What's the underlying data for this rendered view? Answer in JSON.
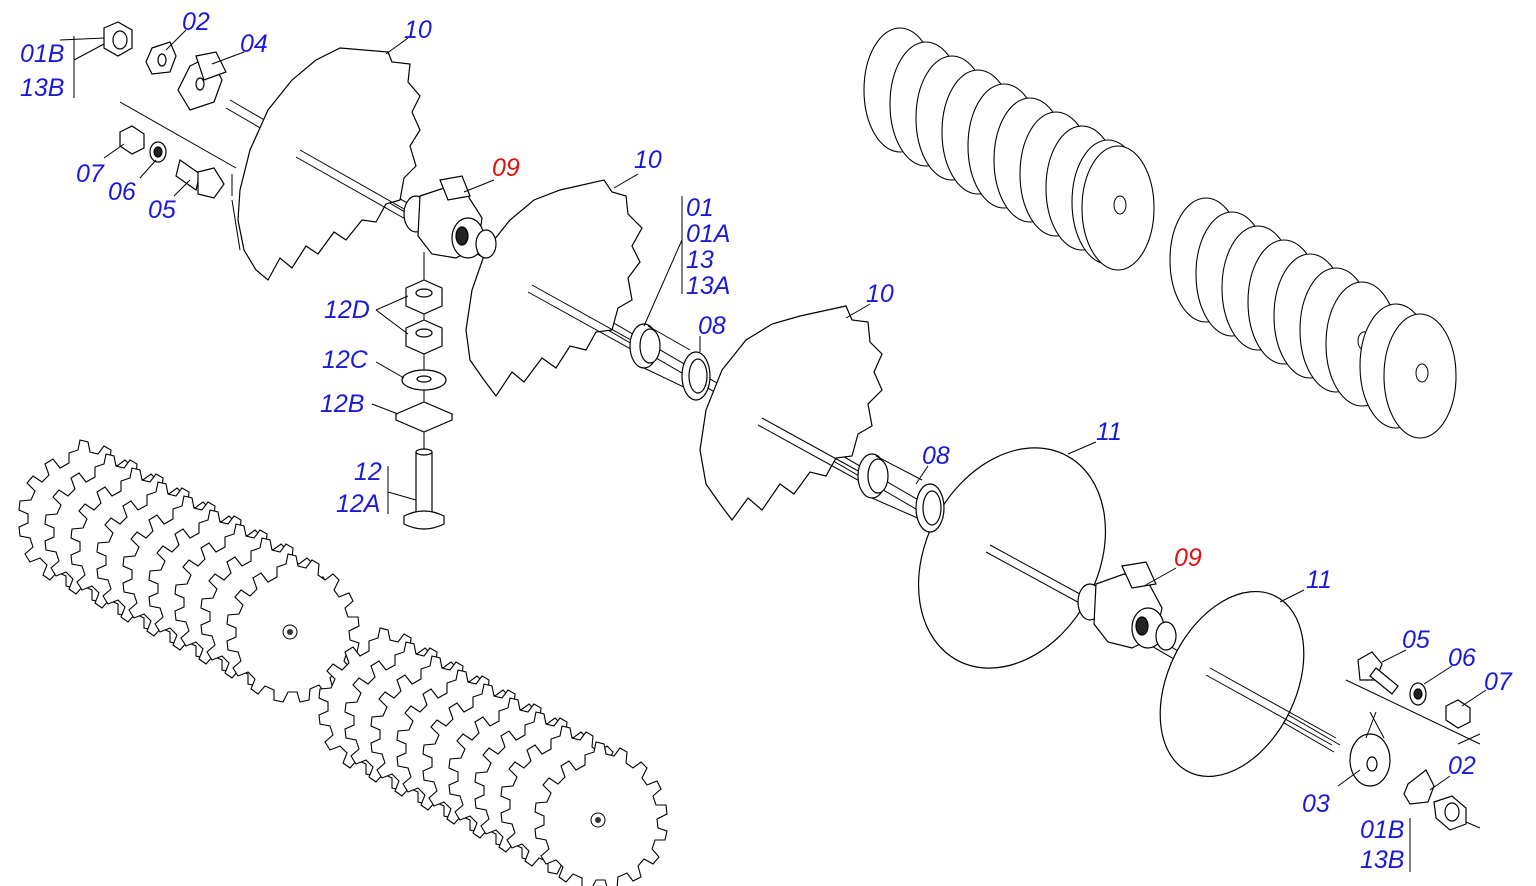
{
  "colors": {
    "label_blue": "#1a1ad6",
    "label_red": "#e01010",
    "line": "#000000"
  },
  "labels": {
    "p01B_a": "01B",
    "p13B_a": "13B",
    "p02_a": "02",
    "p04": "04",
    "p07_a": "07",
    "p06_a": "06",
    "p05_a": "05",
    "p10_a": "10",
    "p09_a": "09",
    "p10_b": "10",
    "p01": "01",
    "p01A": "01A",
    "p13": "13",
    "p13A": "13A",
    "p08_a": "08",
    "p10_c": "10",
    "p12D": "12D",
    "p12C": "12C",
    "p12B": "12B",
    "p12": "12",
    "p12A": "12A",
    "p08_b": "08",
    "p11_a": "11",
    "p09_b": "09",
    "p11_b": "11",
    "p05_b": "05",
    "p06_b": "06",
    "p07_b": "07",
    "p03": "03",
    "p02_b": "02",
    "p01B_b": "01B",
    "p13B_b": "13B"
  }
}
